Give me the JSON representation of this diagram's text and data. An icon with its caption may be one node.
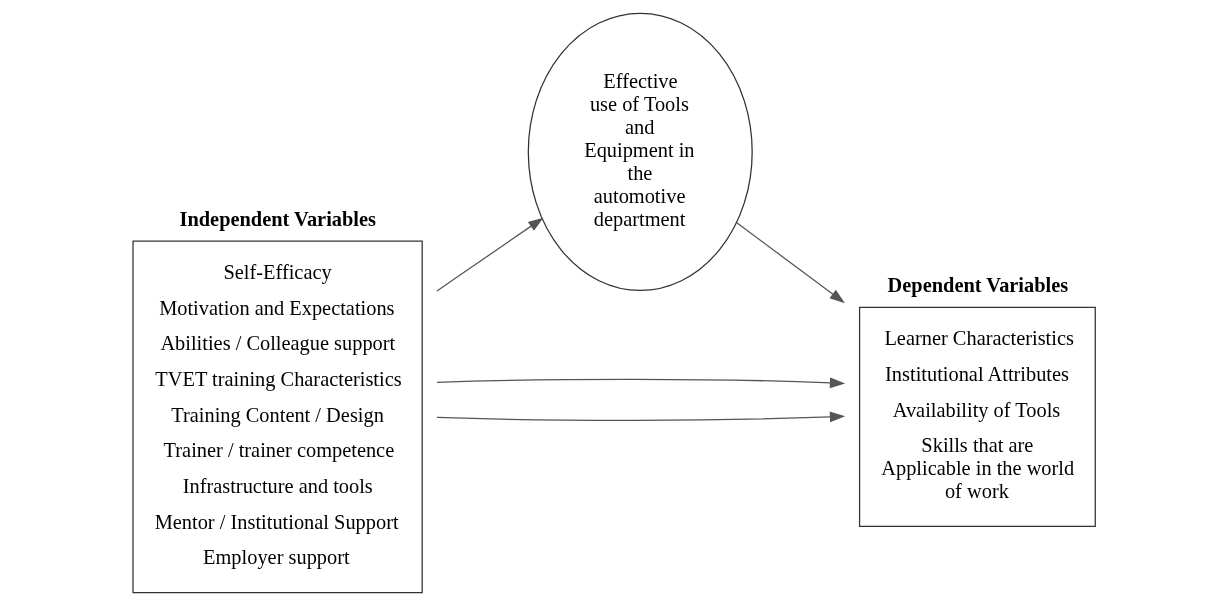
{
  "diagram": {
    "nodes": [
      {
        "text": [
          "Independent Variables",
          "Self-Efficacy",
          "Motivation and Expectations",
          "Abilities / Colleague support",
          "TVET training Characteristics",
          "Training Content / Design",
          "Trainer / trainer competence",
          "Infrastructure and tools",
          "Mentor / Institutional Support",
          "Employer support"
        ]
      },
      {
        "text": [
          "Effective use of Tools and Equipment in the automotive department"
        ]
      },
      {
        "text": [
          "Dependent Variables",
          "Learner Characteristics",
          "Institutional Attributes",
          "Availability of Tools",
          "Skills that are Applicable in the world of work"
        ]
      }
    ],
    "edges": [
      {
        "from": 0,
        "to": 2,
        "arrow": "to"
      },
      {
        "from": 0,
        "to": 1,
        "arrow": "to"
      },
      {
        "from": 1,
        "to": 2,
        "arrow": "to"
      },
      {
        "from": 0,
        "to": 2,
        "arrow": "to"
      }
    ]
  }
}
